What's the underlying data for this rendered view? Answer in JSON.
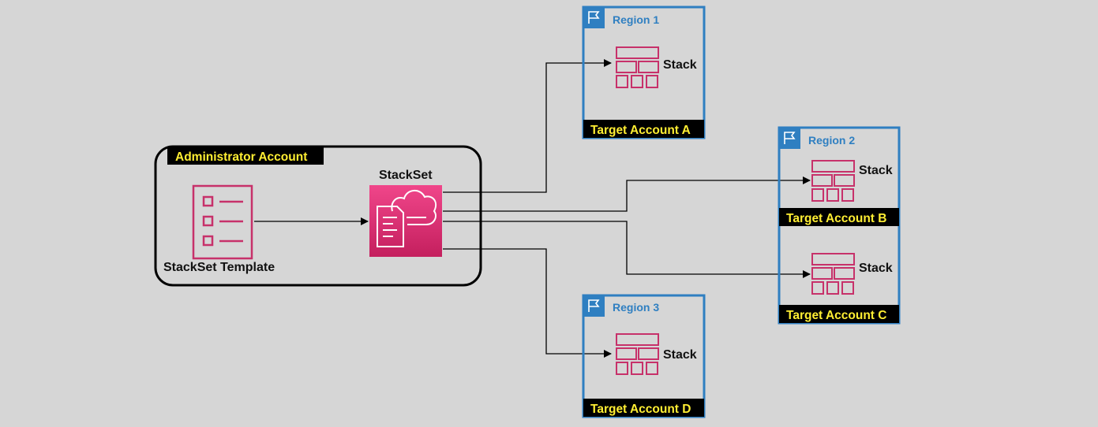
{
  "admin": {
    "account_label": "Administrator Account",
    "template_label": "StackSet Template",
    "stackset_label": "StackSet"
  },
  "regions": [
    {
      "label": "Region 1",
      "accounts": [
        {
          "stack_label": "Stack",
          "account_label": "Target Account A"
        }
      ]
    },
    {
      "label": "Region 2",
      "accounts": [
        {
          "stack_label": "Stack",
          "account_label": "Target Account B"
        },
        {
          "stack_label": "Stack",
          "account_label": "Target Account C"
        }
      ]
    },
    {
      "label": "Region 3",
      "accounts": [
        {
          "stack_label": "Stack",
          "account_label": "Target Account D"
        }
      ]
    }
  ],
  "colors": {
    "region_border": "#2f7fc1",
    "stack_icon": "#c7316a",
    "stackset_icon_fill": "#d6286e",
    "label_band": "#000000",
    "label_text": "#ffee33"
  }
}
